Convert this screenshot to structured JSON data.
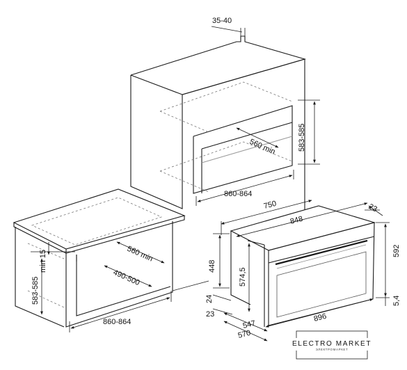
{
  "diagram": {
    "top_cabinet": {
      "depth": "35-40",
      "niche_depth": "560 min",
      "niche_height": "583-585",
      "niche_width": "860-864"
    },
    "under_counter": {
      "min_gap": "min 15",
      "niche_depth": "560 min",
      "inner_depth": "490-500",
      "niche_height": "583-585",
      "niche_width": "860-864"
    },
    "oven": {
      "depth_total": "750",
      "body_width": "848",
      "door_thickness": "23",
      "height": "592",
      "panel_height": "448",
      "body_height": "574,5",
      "offset": "24",
      "bottom": "5,4",
      "front_thickness": "23",
      "depth_547": "547",
      "depth_570": "570",
      "front_width": "896"
    }
  },
  "brand": {
    "name": "ELECTRO MARKET",
    "tagline": "ЭЛЕКТРОМАРКЕТ"
  },
  "colors": {
    "stroke": "#1a1a1a",
    "dashed": "#777777",
    "background": "#ffffff"
  }
}
